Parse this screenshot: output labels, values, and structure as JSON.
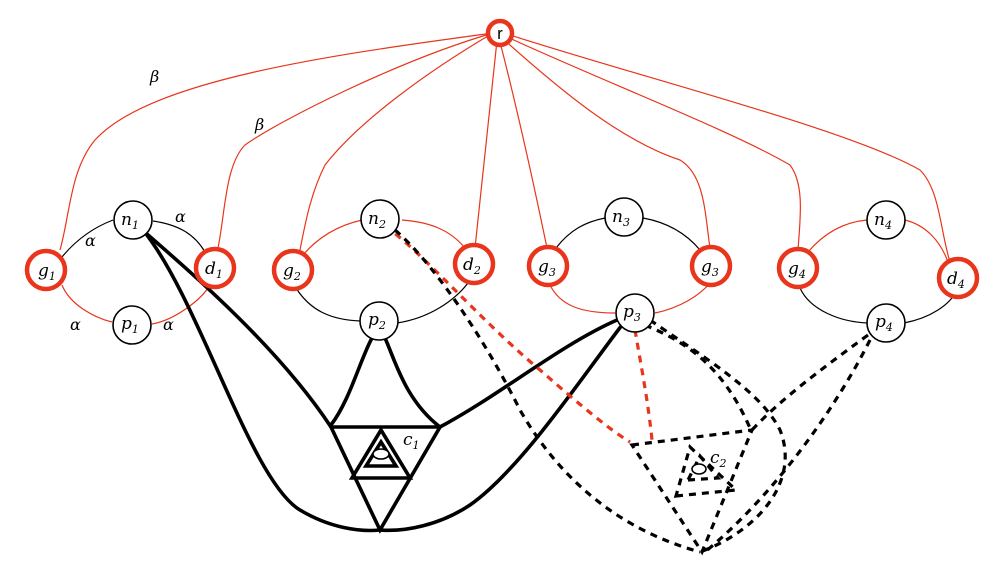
{
  "nodes": {
    "r": {
      "label": "r"
    },
    "g1": {
      "label": "g",
      "sub": "1"
    },
    "n1": {
      "label": "n",
      "sub": "1"
    },
    "p1": {
      "label": "p",
      "sub": "1"
    },
    "d1": {
      "label": "d",
      "sub": "1"
    },
    "g2": {
      "label": "g",
      "sub": "2"
    },
    "n2": {
      "label": "n",
      "sub": "2"
    },
    "p2": {
      "label": "p",
      "sub": "2"
    },
    "d2": {
      "label": "d",
      "sub": "2"
    },
    "g3a": {
      "label": "g",
      "sub": "3"
    },
    "n3": {
      "label": "n",
      "sub": "3"
    },
    "p3": {
      "label": "p",
      "sub": "3"
    },
    "g3b": {
      "label": "g",
      "sub": "3"
    },
    "g4": {
      "label": "g",
      "sub": "4"
    },
    "n4": {
      "label": "n",
      "sub": "4"
    },
    "p4": {
      "label": "p",
      "sub": "4"
    },
    "d4": {
      "label": "d",
      "sub": "4"
    }
  },
  "edge_labels": {
    "beta1": "β",
    "beta2": "β",
    "alpha_g1_n1": "α",
    "alpha_n1_d1": "α",
    "alpha_g1_p1": "α",
    "alpha_p1_d1": "α"
  },
  "gadgets": {
    "c1": {
      "label": "c",
      "sub": "1"
    },
    "c2": {
      "label": "c",
      "sub": "2"
    }
  },
  "colors": {
    "red": "#e8351b",
    "black": "#000000"
  }
}
